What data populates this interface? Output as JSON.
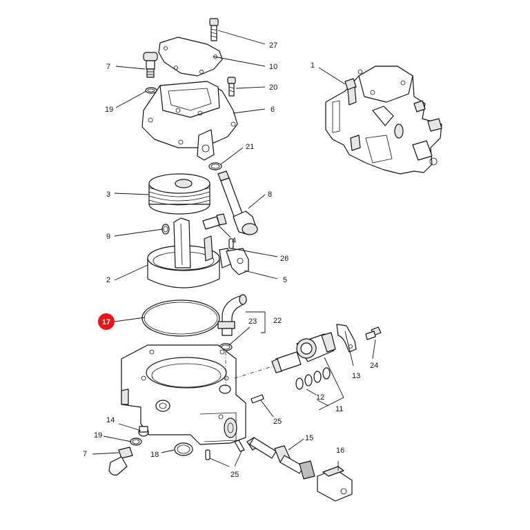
{
  "callouts": [
    {
      "id": "c27",
      "label": "27"
    },
    {
      "id": "c10",
      "label": "10"
    },
    {
      "id": "c7a",
      "label": "7"
    },
    {
      "id": "c20",
      "label": "20"
    },
    {
      "id": "c19a",
      "label": "19"
    },
    {
      "id": "c6",
      "label": "6"
    },
    {
      "id": "c1",
      "label": "1"
    },
    {
      "id": "c21",
      "label": "21"
    },
    {
      "id": "c3",
      "label": "3"
    },
    {
      "id": "c8",
      "label": "8"
    },
    {
      "id": "c9",
      "label": "9"
    },
    {
      "id": "c4",
      "label": "4"
    },
    {
      "id": "c26",
      "label": "26"
    },
    {
      "id": "c2",
      "label": "2"
    },
    {
      "id": "c5",
      "label": "5"
    },
    {
      "id": "c23",
      "label": "23"
    },
    {
      "id": "c22",
      "label": "22"
    },
    {
      "id": "c13",
      "label": "13"
    },
    {
      "id": "c24",
      "label": "24"
    },
    {
      "id": "c12",
      "label": "12"
    },
    {
      "id": "c11",
      "label": "11"
    },
    {
      "id": "c25a",
      "label": "25"
    },
    {
      "id": "c14",
      "label": "14"
    },
    {
      "id": "c19b",
      "label": "19"
    },
    {
      "id": "c15",
      "label": "15"
    },
    {
      "id": "c18",
      "label": "18"
    },
    {
      "id": "c7b",
      "label": "7"
    },
    {
      "id": "c16",
      "label": "16"
    },
    {
      "id": "c25b",
      "label": "25"
    }
  ],
  "highlight": {
    "label": "17",
    "color": "#e8141b"
  }
}
